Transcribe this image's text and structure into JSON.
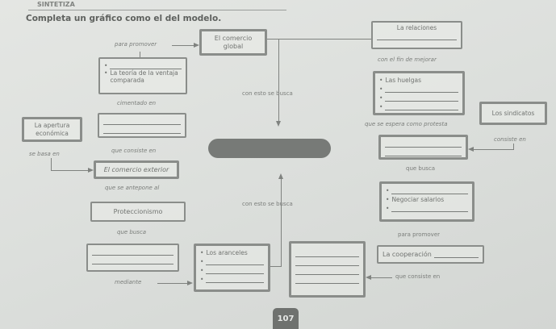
{
  "header": {
    "section": "SINTETIZA",
    "title": "Completa un gráfico como el del modelo."
  },
  "map": {
    "comercio_global": "El comercio global",
    "para_promover_1": "para promover",
    "relaciones": "La relaciones",
    "con_el_fin": "con el fin de mejorar",
    "huelgas": "Las huelgas",
    "espera_protesta": "que se espera como protesta",
    "sindicatos": "Los sindicatos",
    "consiste_en": "consiste en",
    "que_busca_right": "que busca",
    "negociar": "Negociar salarios",
    "para_promover_2": "para promover",
    "cooperacion": "La cooperación",
    "que_consiste_en_right": "que consiste en",
    "con_esto_1": "con esto se busca",
    "con_esto_2": "con esto se busca",
    "teoria": "La teoría de la ventaja comparada",
    "cimentado": "cimentado en",
    "apertura": "La apertura económica",
    "que_consiste_en_left": "que consiste en",
    "se_basa": "se basa en",
    "comercio_exterior": "El comercio exterior",
    "antepone": "que se antepone al",
    "proteccionismo": "Proteccionismo",
    "que_busca_left": "que busca",
    "mediante": "mediante",
    "aranceles": "Los aranceles"
  },
  "page_number": "107",
  "colors": {
    "line": "#7f827f",
    "pill": "#777a77",
    "page_badge": "#6f726f"
  }
}
